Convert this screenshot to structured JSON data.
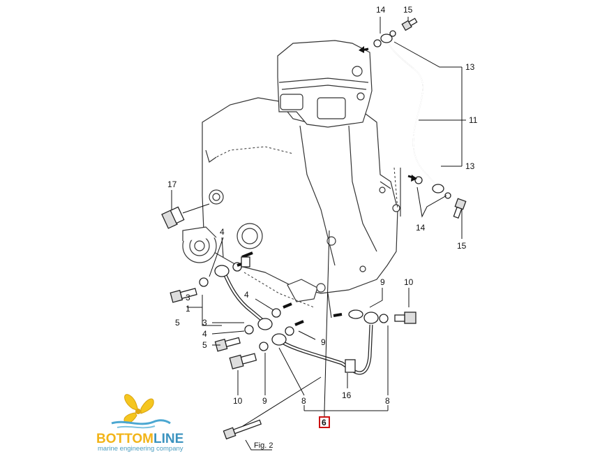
{
  "callouts": [
    {
      "id": "l14a",
      "text": "14"
    },
    {
      "id": "l15a",
      "text": "15"
    },
    {
      "id": "l13a",
      "text": "13"
    },
    {
      "id": "l11",
      "text": "11"
    },
    {
      "id": "l13b",
      "text": "13"
    },
    {
      "id": "l14b",
      "text": "14"
    },
    {
      "id": "l15b",
      "text": "15"
    },
    {
      "id": "l17",
      "text": "17"
    },
    {
      "id": "l4a",
      "text": "4"
    },
    {
      "id": "l3a",
      "text": "3"
    },
    {
      "id": "l4b",
      "text": "4"
    },
    {
      "id": "l1",
      "text": "1"
    },
    {
      "id": "l3b",
      "text": "3"
    },
    {
      "id": "l4c",
      "text": "4"
    },
    {
      "id": "l5a",
      "text": "5"
    },
    {
      "id": "l5b",
      "text": "5"
    },
    {
      "id": "l10a",
      "text": "10"
    },
    {
      "id": "l9a",
      "text": "9"
    },
    {
      "id": "l9b",
      "text": "9"
    },
    {
      "id": "l10b",
      "text": "10"
    },
    {
      "id": "l9c",
      "text": "9"
    },
    {
      "id": "l8a",
      "text": "8"
    },
    {
      "id": "l16",
      "text": "16"
    },
    {
      "id": "l8b",
      "text": "8"
    }
  ],
  "highlighted_part": "6",
  "figure_reference": "Fig. 2",
  "logo": {
    "name_part1": "BOTTOM",
    "name_part2": "LINE",
    "tagline": "marine engineering company",
    "colors": {
      "bottom": "#f2b418",
      "line": "#3b93bf",
      "propeller": "#f5c61f",
      "wave": "#4ba7d1"
    }
  },
  "highlight_color": "#cc1111"
}
